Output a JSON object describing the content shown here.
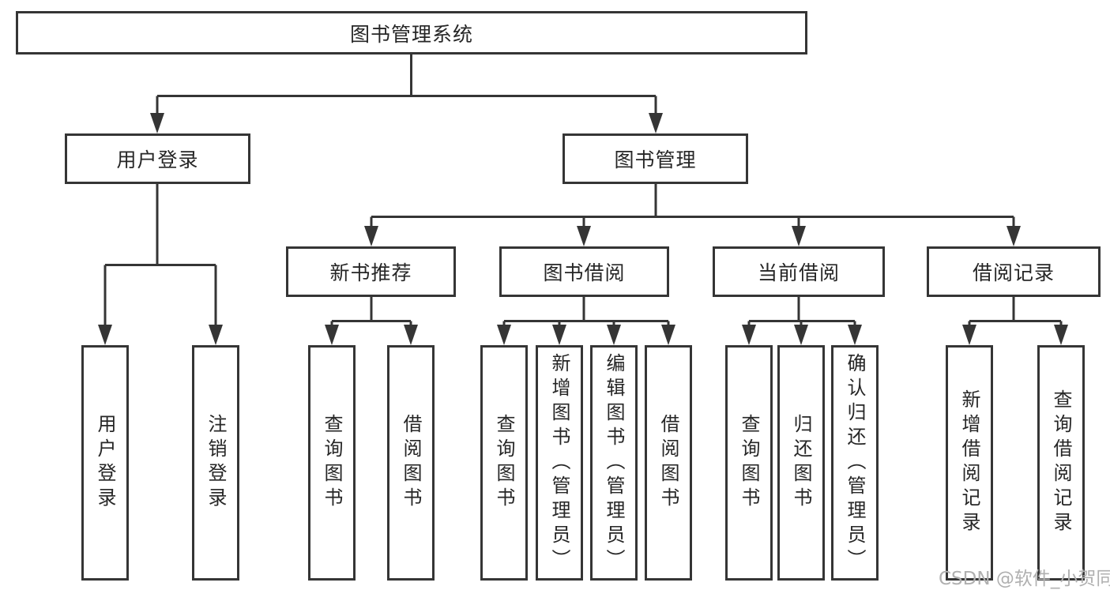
{
  "diagram": {
    "type": "tree",
    "root": {
      "label": "图书管理系统"
    },
    "level1": [
      {
        "label": "用户登录"
      },
      {
        "label": "图书管理"
      }
    ],
    "level2": [
      {
        "label": "新书推荐",
        "parent": "图书管理"
      },
      {
        "label": "图书借阅",
        "parent": "图书管理"
      },
      {
        "label": "当前借阅",
        "parent": "图书管理"
      },
      {
        "label": "借阅记录",
        "parent": "图书管理"
      }
    ],
    "leaves": [
      {
        "label": "用户登录",
        "parent": "用户登录"
      },
      {
        "label": "注销登录",
        "parent": "用户登录"
      },
      {
        "label": "查询图书",
        "parent": "新书推荐"
      },
      {
        "label": "借阅图书",
        "parent": "新书推荐"
      },
      {
        "label": "查询图书",
        "parent": "图书借阅"
      },
      {
        "label": "新增图书（管理员）",
        "parent": "图书借阅"
      },
      {
        "label": "编辑图书（管理员）",
        "parent": "图书借阅"
      },
      {
        "label": "借阅图书",
        "parent": "图书借阅"
      },
      {
        "label": "查询图书",
        "parent": "当前借阅"
      },
      {
        "label": "归还图书",
        "parent": "当前借阅"
      },
      {
        "label": "确认归还（管理员）",
        "parent": "当前借阅"
      },
      {
        "label": "新增借阅记录",
        "parent": "借阅记录"
      },
      {
        "label": "查询借阅记录",
        "parent": "借阅记录"
      }
    ],
    "colors": {
      "line": "#353535",
      "text": "#262626",
      "background": "#ffffff",
      "watermark": "#b0b0b0"
    },
    "watermark": "CSDN @软件_小贺同学"
  }
}
